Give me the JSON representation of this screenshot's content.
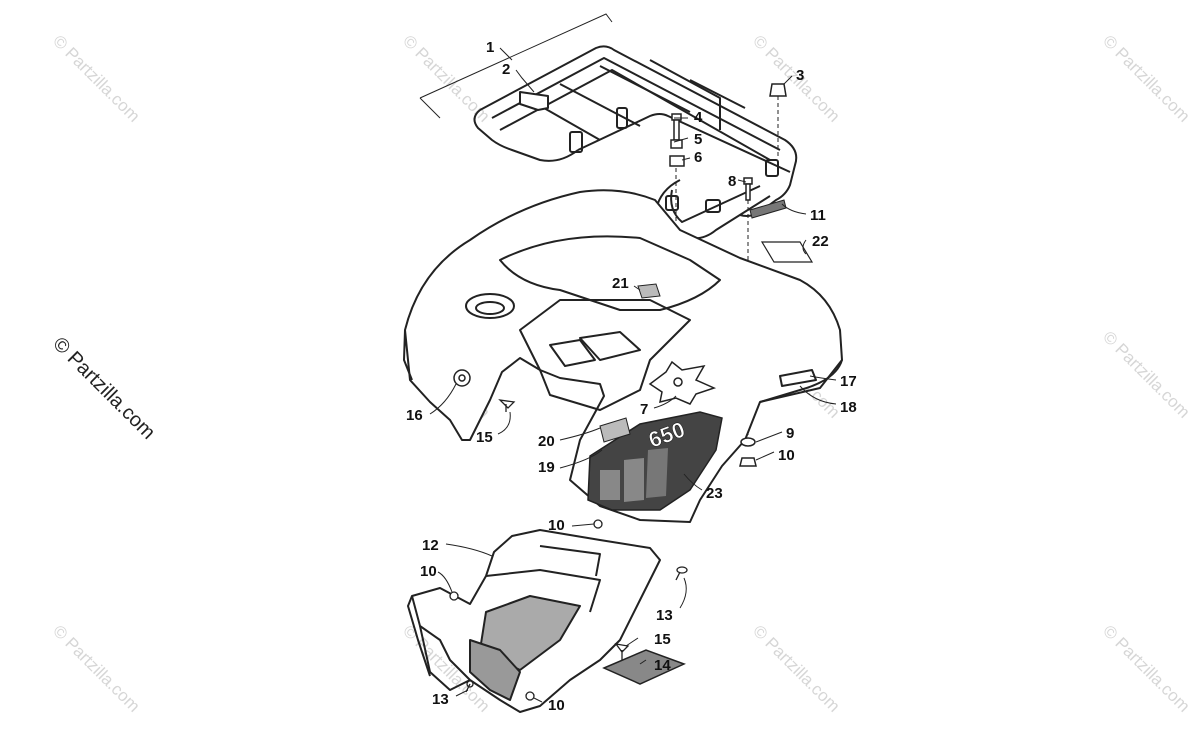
{
  "watermark": {
    "text": "© Partzilla.com",
    "color": "#d0d0d0"
  },
  "copyright_text": "© Partzilla.com",
  "callouts": [
    {
      "id": "c1",
      "label": "1"
    },
    {
      "id": "c2",
      "label": "2"
    },
    {
      "id": "c3",
      "label": "3"
    },
    {
      "id": "c4",
      "label": "4"
    },
    {
      "id": "c5",
      "label": "5"
    },
    {
      "id": "c6",
      "label": "6"
    },
    {
      "id": "c7",
      "label": "7"
    },
    {
      "id": "c8",
      "label": "8"
    },
    {
      "id": "c9",
      "label": "9"
    },
    {
      "id": "c10a",
      "label": "10"
    },
    {
      "id": "c10b",
      "label": "10"
    },
    {
      "id": "c10c",
      "label": "10"
    },
    {
      "id": "c10d",
      "label": "10"
    },
    {
      "id": "c11",
      "label": "11"
    },
    {
      "id": "c12",
      "label": "12"
    },
    {
      "id": "c13a",
      "label": "13"
    },
    {
      "id": "c13b",
      "label": "13"
    },
    {
      "id": "c14",
      "label": "14"
    },
    {
      "id": "c15a",
      "label": "15"
    },
    {
      "id": "c15b",
      "label": "15"
    },
    {
      "id": "c16",
      "label": "16"
    },
    {
      "id": "c17",
      "label": "17"
    },
    {
      "id": "c18",
      "label": "18"
    },
    {
      "id": "c19",
      "label": "19"
    },
    {
      "id": "c20",
      "label": "20"
    },
    {
      "id": "c21",
      "label": "21"
    },
    {
      "id": "c22",
      "label": "22"
    },
    {
      "id": "c23",
      "label": "23"
    }
  ],
  "fender_decal_text": "650"
}
